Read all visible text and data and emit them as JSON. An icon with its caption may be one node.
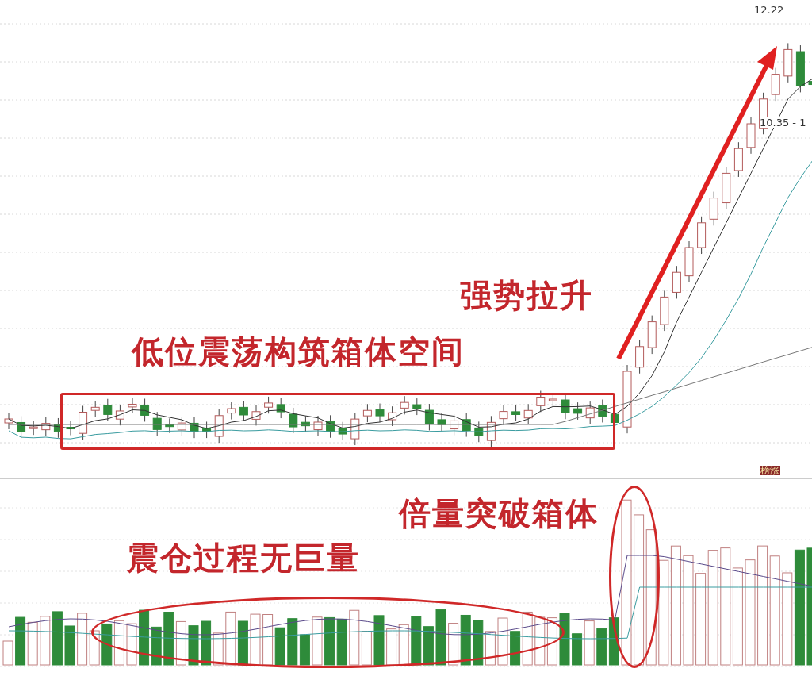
{
  "diagram": {
    "nodes": [
      {
        "text": [
          "低位震荡构筑箱体空间"
        ]
      },
      {
        "text": [
          "震仓过程无巨量"
        ]
      },
      {
        "text": [
          "倍量突破箱体"
        ]
      }
    ],
    "labels": [
      "强势拉升",
      "12.22",
      "10.35 - 1",
      "榜涨"
    ]
  }
}
